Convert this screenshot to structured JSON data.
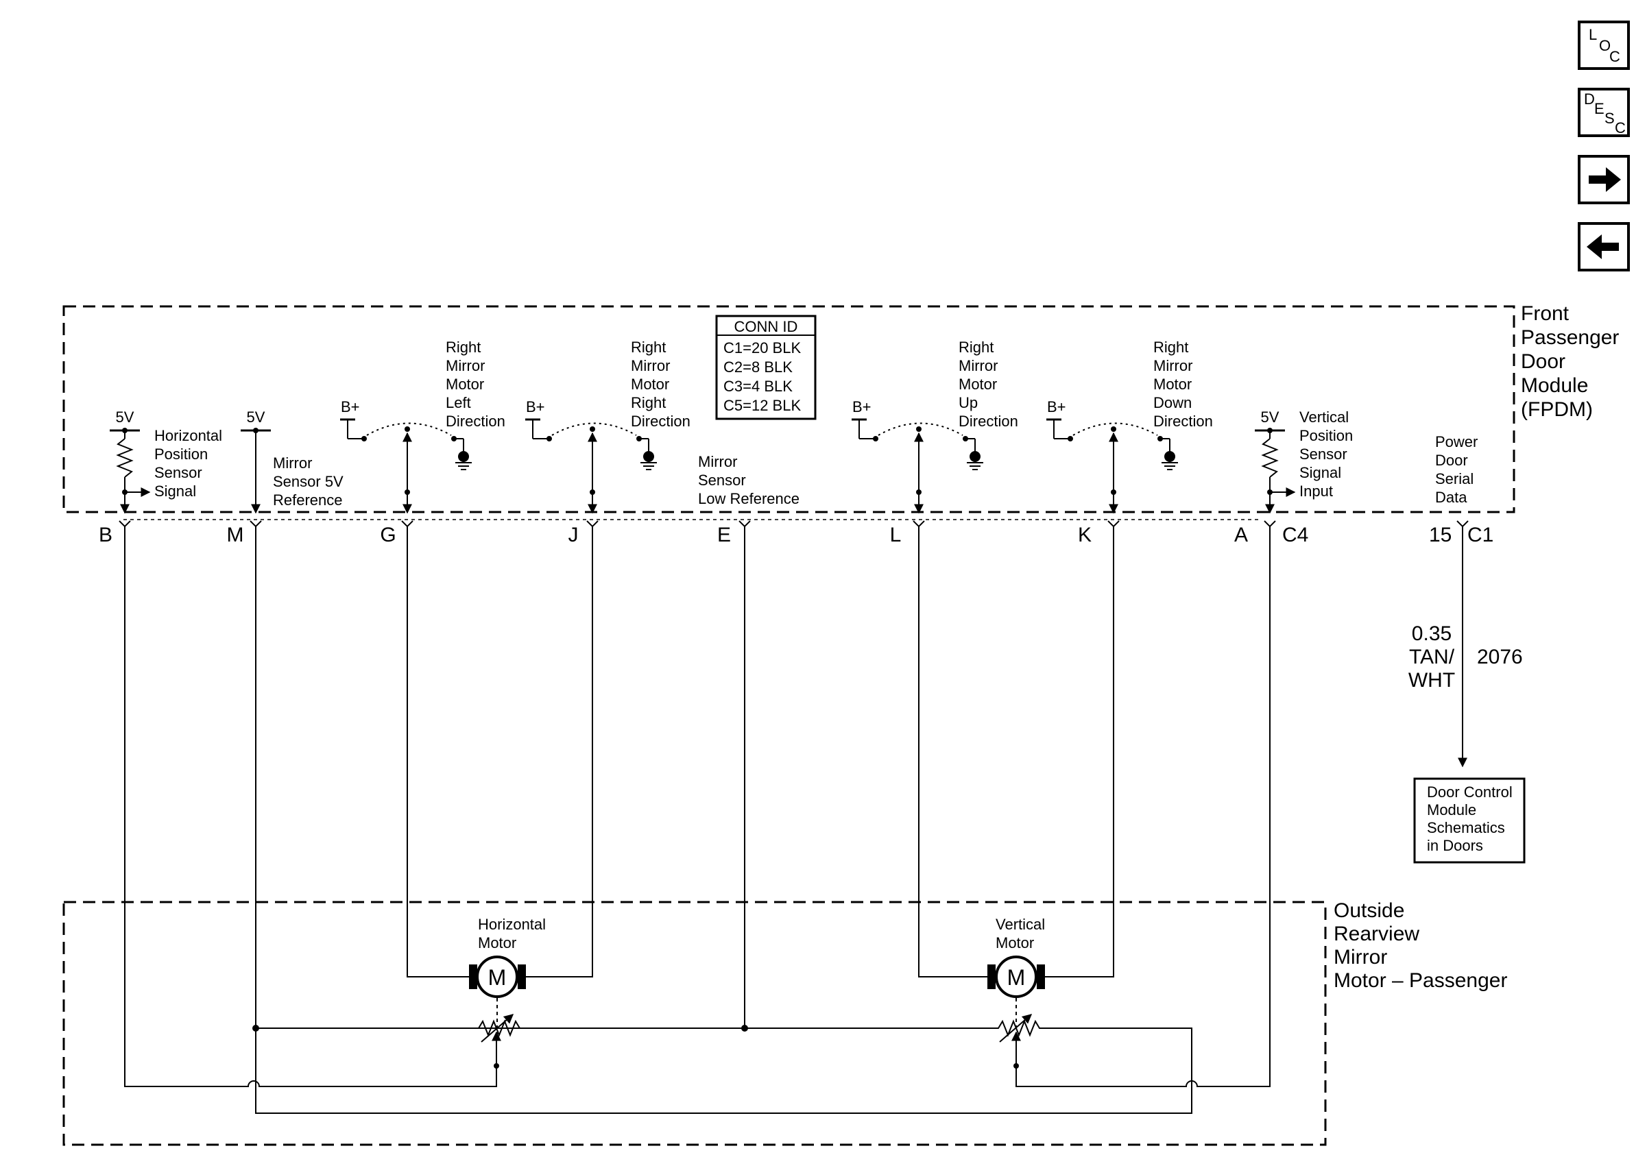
{
  "nav": {
    "loc": {
      "l1": "L",
      "l2": "O",
      "l3": "C"
    },
    "desc": {
      "l1": "D",
      "l2": "E",
      "l3": "S",
      "l4": "C"
    },
    "next_icon": "arrow-right-icon",
    "prev_icon": "arrow-left-icon"
  },
  "fpdm": {
    "label_lines": [
      "Front",
      "Passenger",
      "Door",
      "Module",
      "(FPDM)"
    ]
  },
  "conn_id": {
    "title": "CONN ID",
    "rows": [
      "C1=20 BLK",
      "C2=8 BLK",
      "C3=4 BLK",
      "C5=12 BLK"
    ]
  },
  "circuits": {
    "horiz_sensor": {
      "supply": "5V",
      "lines": [
        "Horizontal",
        "Position",
        "Sensor",
        "Signal"
      ]
    },
    "ref_5v": {
      "supply": "5V",
      "lines": [
        "Mirror",
        "Sensor 5V",
        "Reference"
      ]
    },
    "left_dir": {
      "supply": "B+",
      "lines": [
        "Right",
        "Mirror",
        "Motor",
        "Left",
        "Direction"
      ]
    },
    "right_dir": {
      "supply": "B+",
      "lines": [
        "Right",
        "Mirror",
        "Motor",
        "Right",
        "Direction"
      ]
    },
    "low_ref": {
      "lines": [
        "Mirror",
        "Sensor",
        "Low Reference"
      ]
    },
    "up_dir": {
      "supply": "B+",
      "lines": [
        "Right",
        "Mirror",
        "Motor",
        "Up",
        "Direction"
      ]
    },
    "down_dir": {
      "supply": "B+",
      "lines": [
        "Right",
        "Mirror",
        "Motor",
        "Down",
        "Direction"
      ]
    },
    "vert_sensor": {
      "supply": "5V",
      "lines": [
        "Vertical",
        "Position",
        "Sensor",
        "Signal",
        "Input"
      ]
    },
    "serial": {
      "lines": [
        "Power",
        "Door",
        "Serial",
        "Data"
      ]
    }
  },
  "pins": {
    "b": "B",
    "m": "M",
    "g": "G",
    "j": "J",
    "e": "E",
    "l": "L",
    "k": "K",
    "a": "A",
    "c4": "C4",
    "p15": "15",
    "c1": "C1"
  },
  "wire_2076": {
    "gauge": "0.35",
    "color_1": "TAN/",
    "color_2": "WHT",
    "circuit": "2076"
  },
  "dcm_box": {
    "lines": [
      "Door Control",
      "Module",
      "Schematics",
      "in Doors"
    ]
  },
  "mirror": {
    "label_lines": [
      "Outside",
      "Rearview",
      "Mirror",
      "Motor – Passenger"
    ],
    "horiz_motor": {
      "lines": [
        "Horizontal",
        "Motor"
      ],
      "symbol": "M"
    },
    "vert_motor": {
      "lines": [
        "Vertical",
        "Motor"
      ],
      "symbol": "M"
    }
  }
}
